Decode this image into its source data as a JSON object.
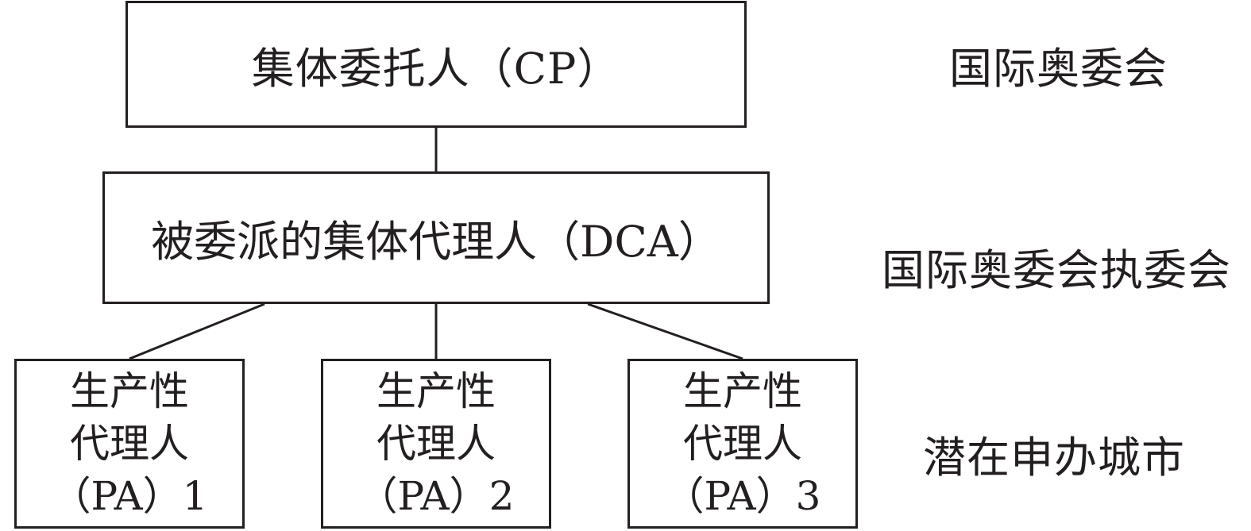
{
  "nodes": {
    "collective_principal": "集体委托人（CP）",
    "delegated_collective_agent": "被委派的集体代理人（DCA）",
    "productive_agents": [
      {
        "line1": "生产性",
        "line2": "代理人",
        "line3": "（PA）1"
      },
      {
        "line1": "生产性",
        "line2": "代理人",
        "line3": "（PA）2"
      },
      {
        "line1": "生产性",
        "line2": "代理人",
        "line3": "（PA）3"
      }
    ]
  },
  "level_labels": {
    "top": "国际奥委会",
    "middle": "国际奥委会执委会",
    "bottom": "潜在申办城市"
  },
  "colors": {
    "stroke": "#231f20",
    "background": "#ffffff"
  }
}
